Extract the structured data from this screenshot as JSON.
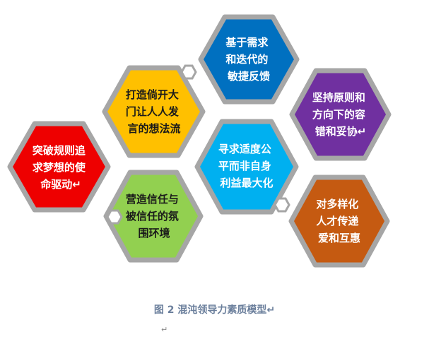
{
  "hexagons": [
    {
      "id": "innovation-drive",
      "color": "#ee0000",
      "text_color": "#ffffff",
      "lines": [
        "突破规则追",
        "求梦想的使",
        "命驱动↵"
      ]
    },
    {
      "id": "open-door",
      "color": "#ffc000",
      "text_color": "#1a1a1a",
      "lines": [
        "打造倘开大",
        "门让人人发",
        "言的想法流"
      ]
    },
    {
      "id": "trust-atmosphere",
      "color": "#92d050",
      "text_color": "#1a1a1a",
      "lines": [
        "营造信任与",
        "被信任的氛",
        "围环境"
      ]
    },
    {
      "id": "iteration",
      "color": "#0070c0",
      "text_color": "#ffffff",
      "lines": [
        "基于需求",
        "和迭代的",
        "敏捷反馈"
      ]
    },
    {
      "id": "appropriate-public",
      "color": "#00b0f0",
      "text_color": "#ffffff",
      "lines": [
        "寻求适度公",
        "平而非自身",
        "利益最大化"
      ]
    },
    {
      "id": "principle-compromise",
      "color": "#7030a0",
      "text_color": "#ffffff",
      "lines": [
        "坚持原则和",
        "方向下的容",
        "错和妥协↵"
      ]
    },
    {
      "id": "diversity",
      "color": "#c55a11",
      "text_color": "#ffffff",
      "lines": [
        "对多样化",
        "人才传递",
        "爱和互惠"
      ]
    }
  ],
  "caption": "图 2  混沌领导力素质模型↵",
  "paragraph_mark": "↵"
}
